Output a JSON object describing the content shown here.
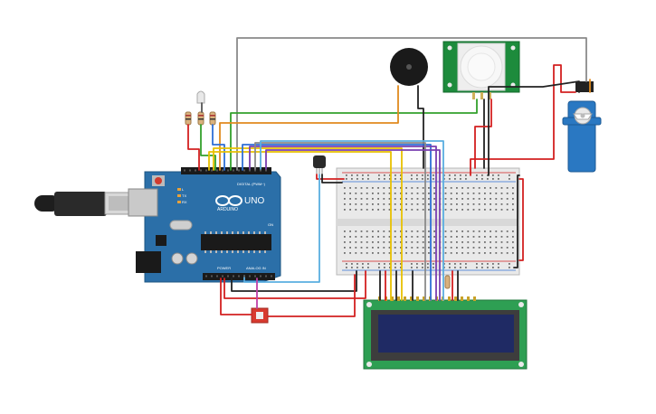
{
  "arduino": {
    "logo": "ARDUINO",
    "model": "UNO",
    "digital_label": "DIGITAL (PWM~)",
    "power_label": "POWER",
    "analog_label": "ANALOG IN",
    "tx_label": "TX",
    "rx_label": "RX",
    "l_label": "L",
    "on_label": "ON"
  },
  "colors": {
    "board": "#2b6fa8",
    "lcd_pcb": "#2e9f53",
    "lcd_screen": "#1f2a64",
    "pir_pcb": "#1d8b3c",
    "servo": "#2a78c2",
    "wire_red": "#d32020",
    "wire_black": "#222222",
    "wire_orange": "#e08a1e",
    "wire_yellow": "#e8c100",
    "wire_green": "#33a02c",
    "wire_blue": "#2f6fd6",
    "wire_lightblue": "#5aaee0",
    "wire_purple": "#7a3fb0",
    "wire_gray": "#8a8a8a",
    "wire_magenta": "#c040a8"
  }
}
